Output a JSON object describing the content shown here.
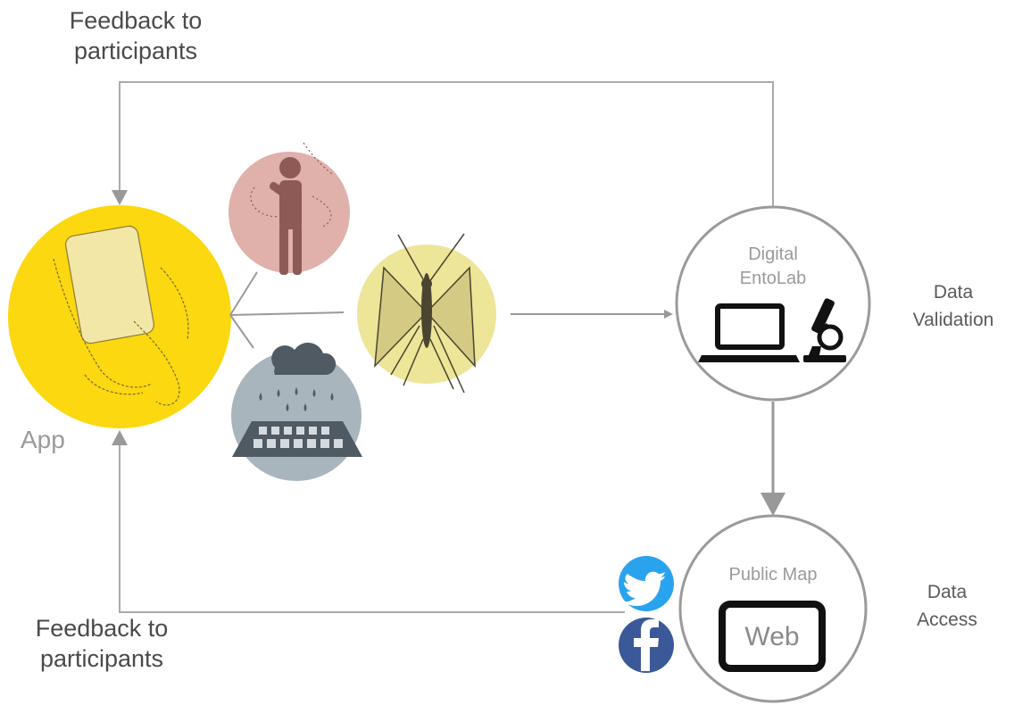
{
  "feedback_top": [
    "Feedback to",
    "participants"
  ],
  "feedback_bottom": [
    "Feedback to",
    "participants"
  ],
  "app_label": "App",
  "digital_entolab": [
    "Digital",
    "EntoLab"
  ],
  "data_validation": [
    "Data",
    "Validation"
  ],
  "public_map": "Public Map",
  "web_label": "Web",
  "data_access": [
    "Data",
    "Access"
  ],
  "icons": [
    "smartphone-hand-icon",
    "bitten-person-icon",
    "mosquito-icon",
    "rain-storm-drain-icon",
    "laptop-icon",
    "microscope-icon",
    "tablet-icon",
    "twitter-icon",
    "facebook-icon"
  ],
  "colors": {
    "app_circle": "#fbd80f",
    "person_circle": "#e0b0ab",
    "mosquito_circle": "#ede597",
    "rain_circle": "#a9b5bc",
    "twitter": "#2aa3ef",
    "facebook": "#3b5998",
    "arrow": "#999999"
  }
}
